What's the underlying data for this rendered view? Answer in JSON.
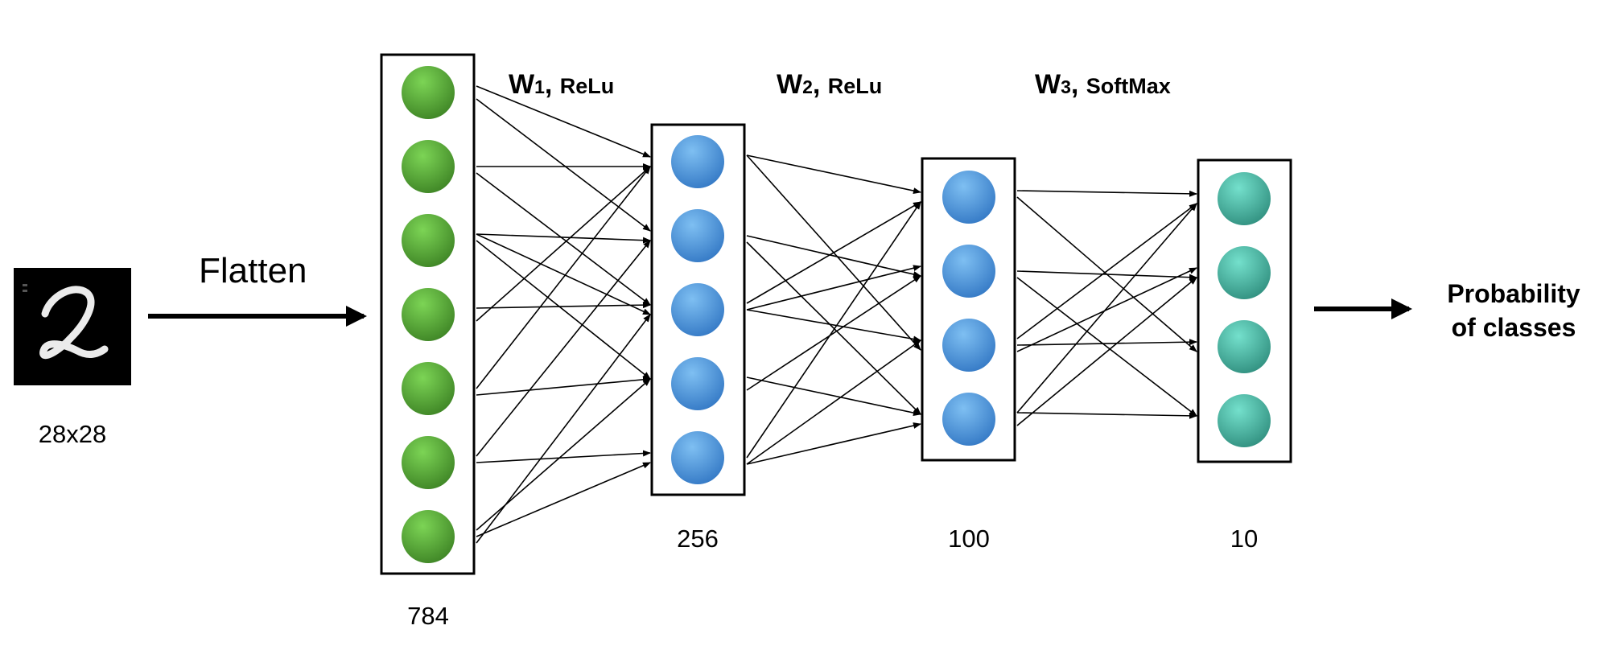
{
  "input": {
    "size_label": "28x28",
    "digit": "2"
  },
  "flatten_label": "Flatten",
  "layers": [
    {
      "id": "input",
      "units": "784",
      "neurons": 7,
      "color": "#4a9a2e"
    },
    {
      "id": "hidden1",
      "units": "256",
      "neurons": 5,
      "color": "#4a90d9"
    },
    {
      "id": "hidden2",
      "units": "100",
      "neurons": 4,
      "color": "#4a90d9"
    },
    {
      "id": "output",
      "units": "10",
      "neurons": 4,
      "color": "#3aa898"
    }
  ],
  "connections": [
    {
      "weight": "W",
      "sub": "1",
      "activation": "ReLu"
    },
    {
      "weight": "W",
      "sub": "2",
      "activation": "ReLu"
    },
    {
      "weight": "W",
      "sub": "3",
      "activation": "SoftMax"
    }
  ],
  "output_label": {
    "line1": "Probability",
    "line2": "of classes"
  }
}
